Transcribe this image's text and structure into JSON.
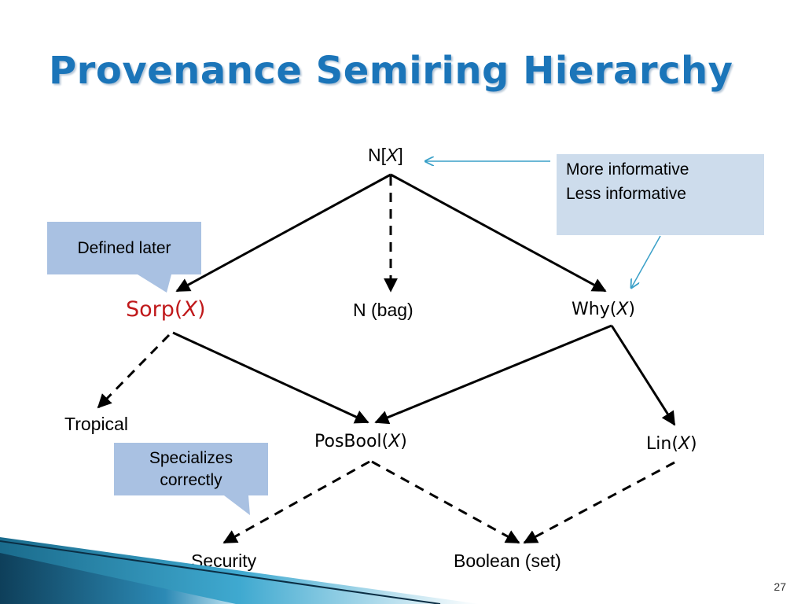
{
  "slide": {
    "title": "Provenance Semiring Hierarchy",
    "page_number": "27"
  },
  "nodes": {
    "nx": {
      "main": "N[",
      "var": "X",
      "close": "]"
    },
    "sorp": {
      "main": "Sorp(",
      "var": "X",
      "close": ")"
    },
    "nbag": {
      "label": "N (bag)"
    },
    "why": {
      "main": "Why(",
      "var": "X",
      "close": ")"
    },
    "tropical": {
      "label": "Tropical"
    },
    "posbool": {
      "main": "PosBool(",
      "var": "X",
      "close": ")"
    },
    "lin": {
      "main": "Lin(",
      "var": "X",
      "close": ")"
    },
    "security": {
      "label": "Security"
    },
    "boolean": {
      "label": "Boolean (set)"
    }
  },
  "callouts": {
    "defined_later": "Defined later",
    "specializes": "Specializes correctly"
  },
  "info_box": {
    "more": "More informative",
    "less": "Less informative"
  },
  "colors": {
    "title": "#1b75b9",
    "sorp": "#c0191b",
    "callout": "#a9c1e2",
    "info_box": "#cddcec",
    "pointer_arrow": "#3aa0c8"
  }
}
